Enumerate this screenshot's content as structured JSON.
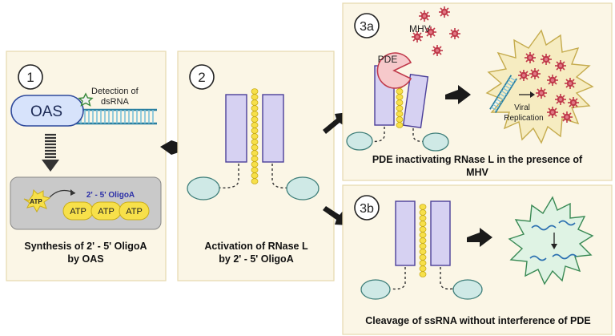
{
  "panel1": {
    "number": "1",
    "oas_label": "OAS",
    "detection_line1": "Detection of",
    "detection_line2": "dsRNA",
    "oligo_label": "2' - 5' OligoA",
    "atp_star": "ATP",
    "atp_units": [
      "ATP",
      "ATP",
      "ATP"
    ],
    "caption_line1": "Synthesis of 2' - 5' OligoA",
    "caption_line2": "by OAS"
  },
  "panel2": {
    "number": "2",
    "caption_line1": "Activation of RNase L",
    "caption_line2": "by 2' - 5' OligoA"
  },
  "panel3a": {
    "number": "3a",
    "pde_label": "PDE",
    "mhv_label": "MHV",
    "viral_line1": "Viral",
    "viral_line2": "Replication",
    "caption_line1": "PDE inactivating RNase L in the presence of",
    "caption_line2": "MHV"
  },
  "panel3b": {
    "number": "3b",
    "caption": "Cleavage of ssRNA without interference of PDE"
  },
  "colors": {
    "panel_bg": "#fbf6e6",
    "panel_border": "#e6d9ad",
    "oas": "#d7e3fb",
    "rnase": "#d6d1f2",
    "oligo": "#f7e04a",
    "green_blob": "#cfe9e6",
    "pde": "#f6c9cb",
    "virus": "#c0394a",
    "starburst": "#f6ecc1"
  }
}
